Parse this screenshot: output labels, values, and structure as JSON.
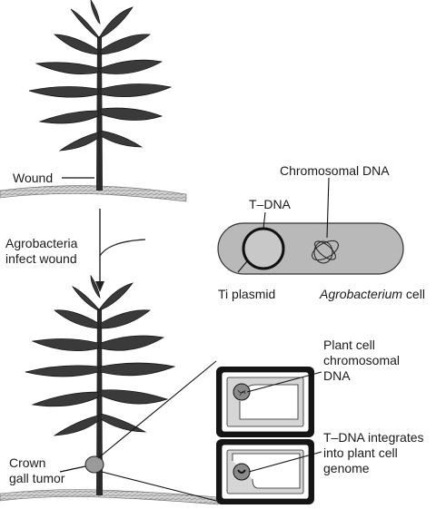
{
  "labels": {
    "wound": "Wound",
    "agrobacteria_infect_line1": "Agrobacteria",
    "agrobacteria_infect_line2": "infect wound",
    "chromosomal_dna": "Chromosomal DNA",
    "t_dna": "T–DNA",
    "ti_plasmid": "Ti plasmid",
    "agrobacterium_cell_italic": "Agrobacterium",
    "agrobacterium_cell_rest": " cell",
    "plant_cell_dna_line1": "Plant cell",
    "plant_cell_dna_line2": "chromosomal",
    "plant_cell_dna_line3": "DNA",
    "tdna_integrates_line1": "T–DNA integrates",
    "tdna_integrates_line2": "into plant cell",
    "tdna_integrates_line3": "genome",
    "crown_gall_line1": "Crown",
    "crown_gall_line2": "gall tumor"
  },
  "colors": {
    "leaf": "#3a3a3a",
    "stem": "#2a2a2a",
    "bacterium_fill": "#b9b9b9",
    "plasmid_ring": "#111111",
    "cell_wall": "#151515",
    "cell_inner": "#ffffff",
    "tumor": "#9a9a9a"
  }
}
